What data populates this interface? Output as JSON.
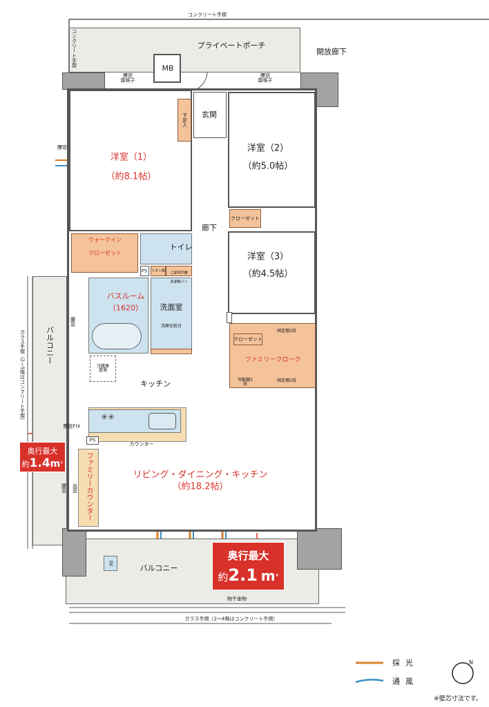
{
  "rails": {
    "top": "コンクリート手摺",
    "left_top": "コンクリート手摺",
    "left_balcony": "ガラス手摺（2〜5階はコンクリート手摺）",
    "bottom": "ガラス手摺（2〜4階はコンクリート手摺）"
  },
  "areas": {
    "private_porch": "プライベートポーチ",
    "open_corridor": "開放廊下",
    "mb": "MB",
    "shoe_storage": "下足入",
    "entrance": "玄関",
    "hallway": "廊下",
    "window_lattice": "腰窓\n面格子",
    "waist_window": "腰窓",
    "fix_window": "腰窓FIX",
    "bay_window": "出窓",
    "western1": {
      "name": "洋室（1）",
      "size": "（約8.1帖）"
    },
    "western2": {
      "name": "洋室（2）",
      "size": "（約5.0帖）"
    },
    "western3": {
      "name": "洋室（3）",
      "size": "（約4.5帖）"
    },
    "closet2": "クローゼット",
    "walkin": {
      "line1": "ウォークイン",
      "line2": "クローゼット"
    },
    "toilet": "トイレ",
    "toilet_shelf": "上部吊戸棚",
    "ps": "PS",
    "linen": "リネン庫",
    "upper_cabinet": "上部吊戸棚",
    "washer": "洗濯機パン",
    "bathroom": {
      "name": "バスルーム",
      "size": "（1620）"
    },
    "washroom": "洗面室",
    "vanity": "洗面化粧台",
    "family_cloak": "ファミリークローク",
    "fc_closet": "クローゼット",
    "fixed_shelf": "固定棚2段",
    "movable_shelf": "可動棚3段",
    "fridge": "冷蔵庫置場",
    "kitchen": "キッチン",
    "counter": "カウンター",
    "family_counter": "ファミリーカウンター",
    "ldk": {
      "name": "リビング・ダイニング・キッチン",
      "size": "（約18.2帖）"
    },
    "balcony_side": "バルコニー",
    "balcony_main": "バルコニー",
    "sk": "SK",
    "laundry_hardware": "物干金物"
  },
  "depth_badges": {
    "side": {
      "label": "奥行最大",
      "prefix": "約",
      "value": "1.4",
      "unit": "m",
      "note": "※"
    },
    "main": {
      "label": "奥行最大",
      "prefix": "約",
      "value": "2.1",
      "unit": "m",
      "note": "※"
    }
  },
  "legend": {
    "light": "採光",
    "wind": "通風",
    "light_color": "#d9822b",
    "wind_color": "#3a8fc4"
  },
  "compass": {
    "label": "N",
    "icon": "north-arrow-icon"
  },
  "footnote": "※壁芯寸法です。",
  "colors": {
    "accent_red": "#d8312a",
    "storage": "#f4c39a",
    "wet_area": "#cde3f0",
    "counter": "#f6deb2"
  }
}
